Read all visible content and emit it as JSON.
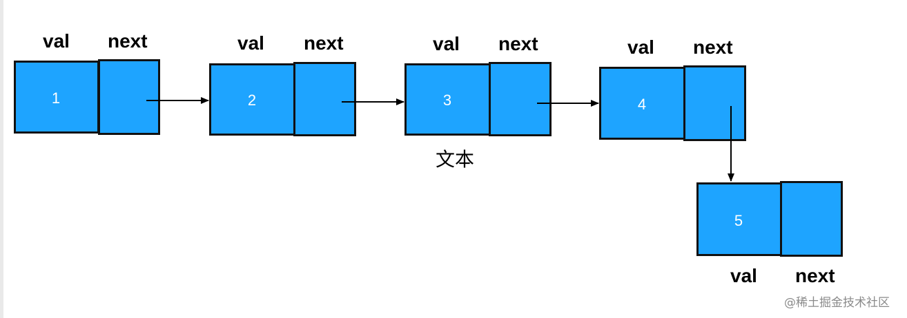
{
  "diagram": {
    "nodes": [
      {
        "value": "1",
        "val_label": "val",
        "next_label": "next"
      },
      {
        "value": "2",
        "val_label": "val",
        "next_label": "next"
      },
      {
        "value": "3",
        "val_label": "val",
        "next_label": "next"
      },
      {
        "value": "4",
        "val_label": "val",
        "next_label": "next"
      },
      {
        "value": "5",
        "val_label": "val",
        "next_label": "next"
      }
    ],
    "annotation": "文本",
    "fill_color": "#1ea4ff",
    "border_color": "#111111"
  },
  "watermark": "@稀土掘金技术社区"
}
